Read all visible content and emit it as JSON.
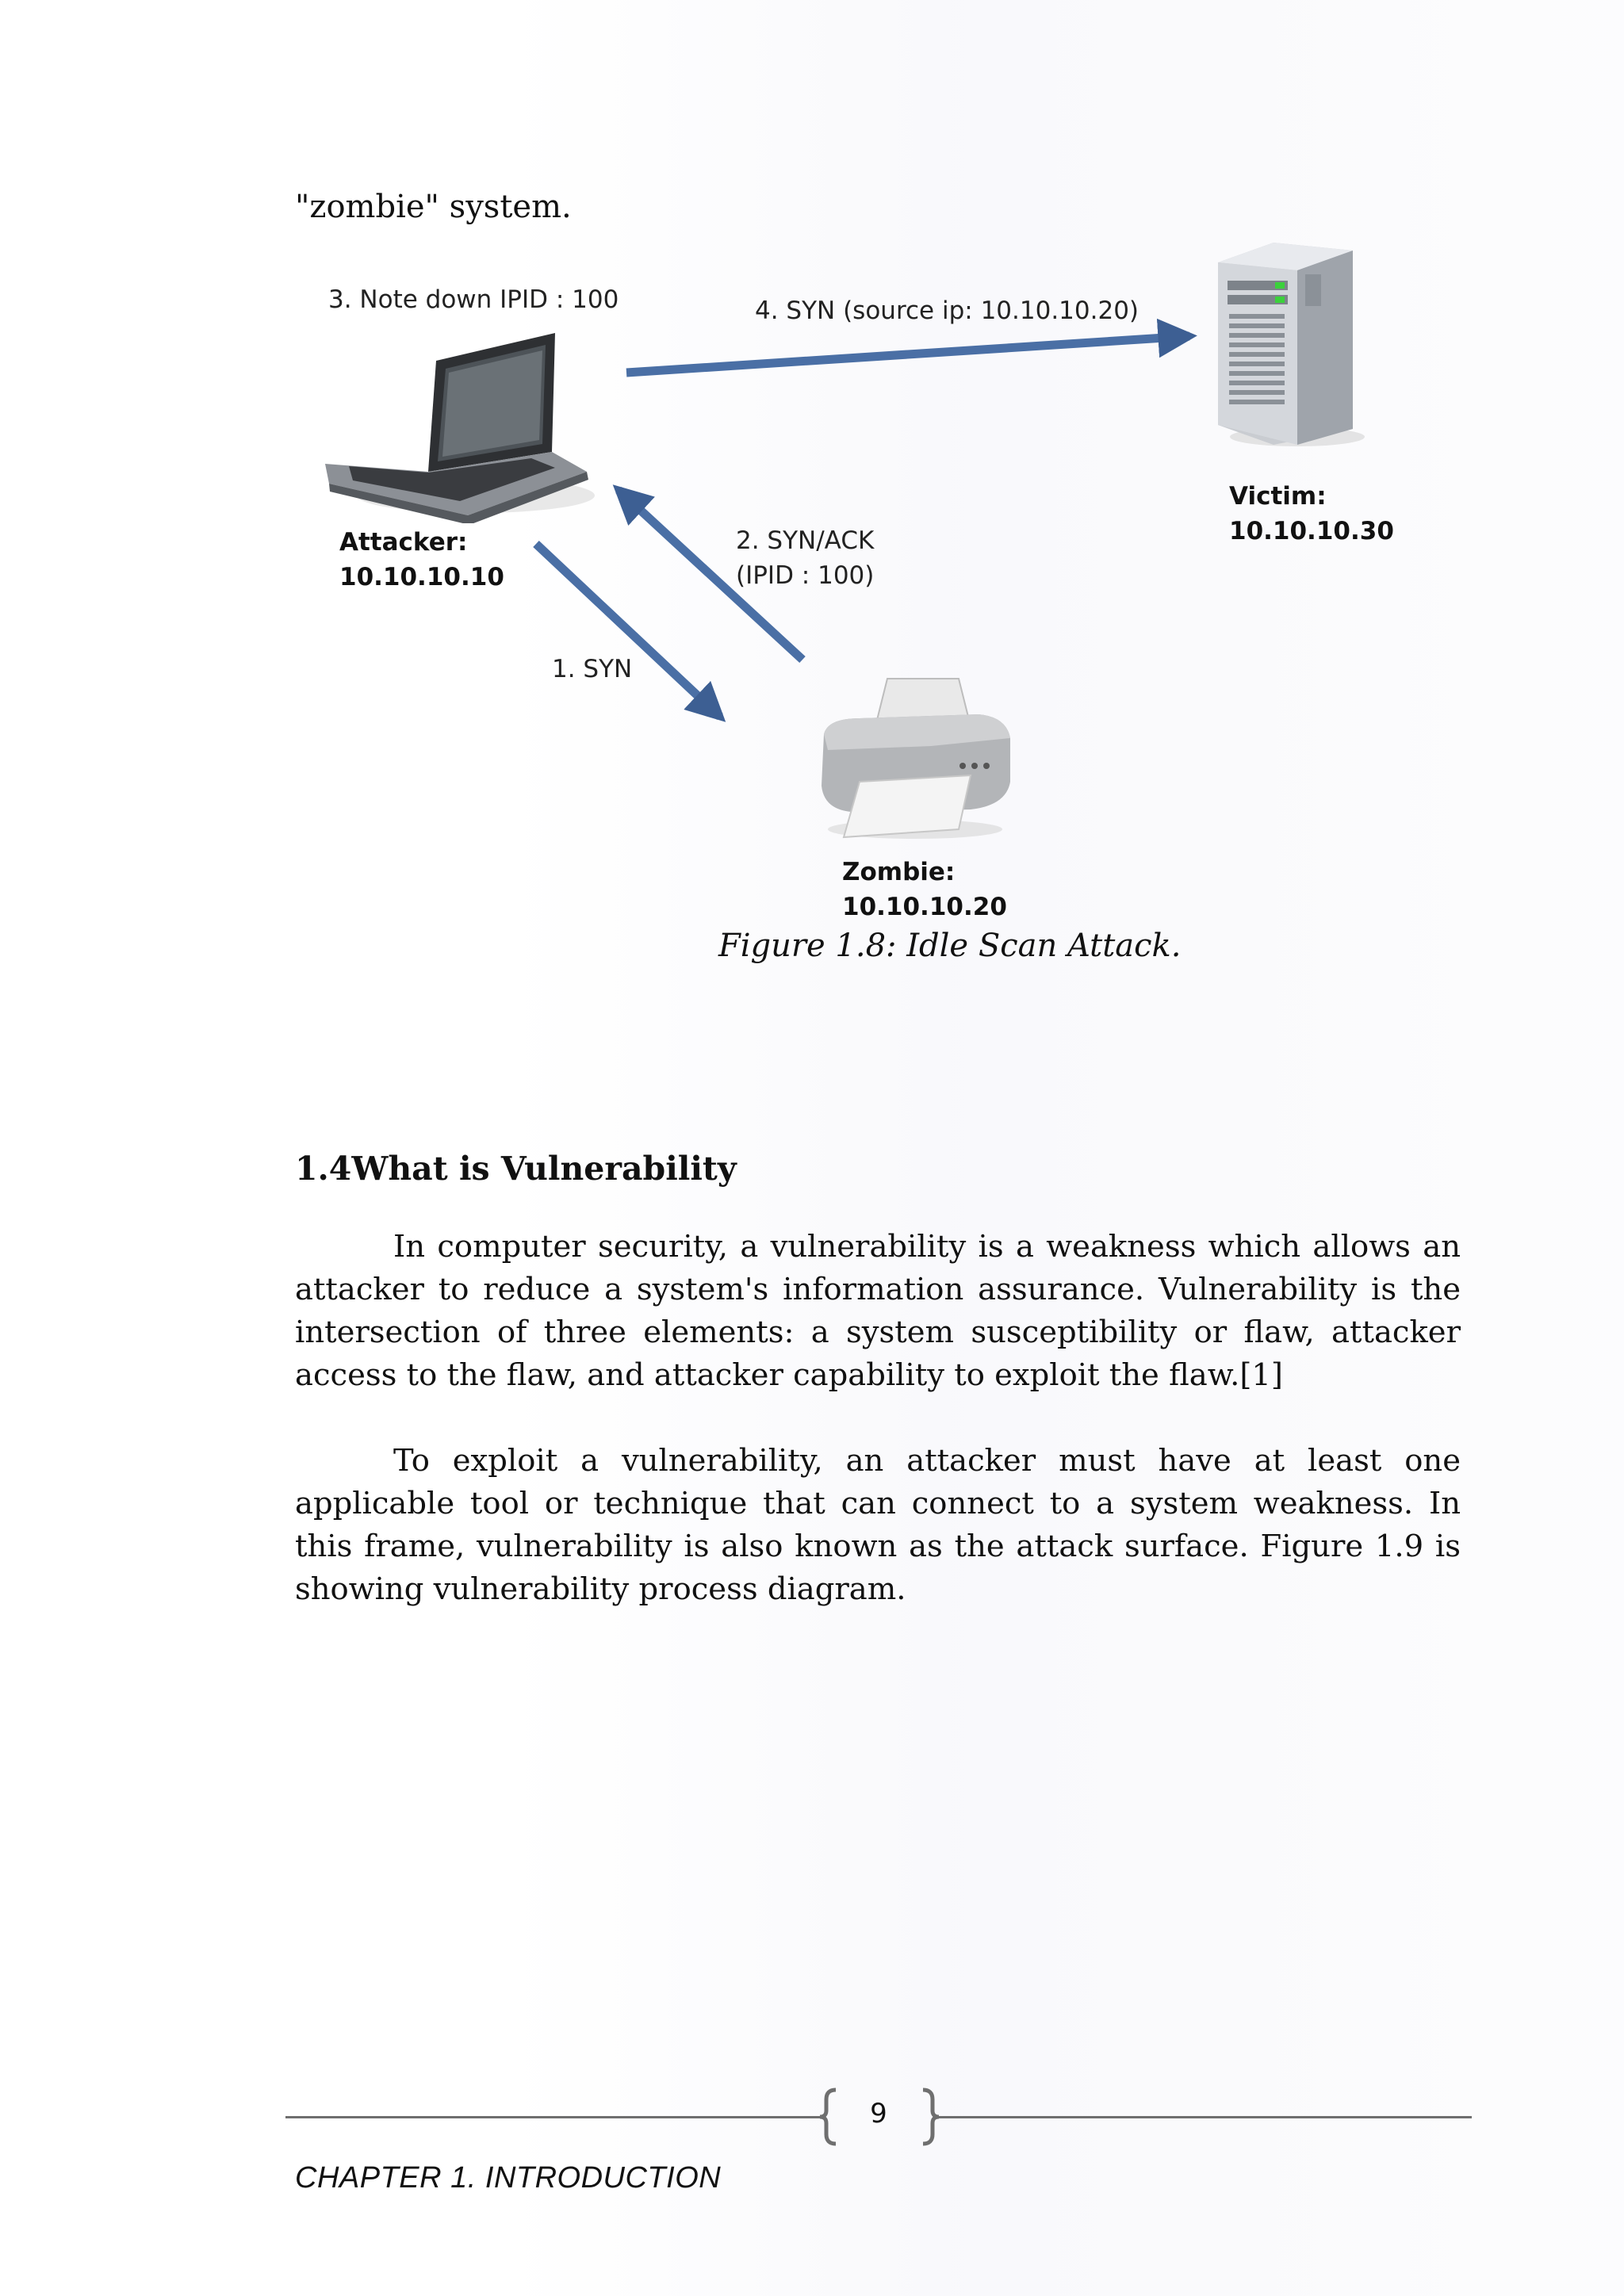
{
  "intro_text": "\"zombie\" system.",
  "figure": {
    "labels": {
      "step3": "3. Note down IPID : 100",
      "step4": "4. SYN (source ip: 10.10.10.20)",
      "step2_line1": "2. SYN/ACK",
      "step2_line2": "(IPID : 100)",
      "step1": "1. SYN",
      "attacker_title": "Attacker:",
      "attacker_ip": "10.10.10.10",
      "victim_title": "Victim:",
      "victim_ip": "10.10.10.30",
      "zombie_title": "Zombie:",
      "zombie_ip": "10.10.10.20"
    },
    "caption": "Figure 1.8: Idle Scan Attack.",
    "arrow_color": "#4a6fa5"
  },
  "section": {
    "heading": "1.4What is Vulnerability",
    "paragraphs": [
      "In computer security, a vulnerability is a weakness which allows an attacker to reduce a system's information assurance. Vulnerability is the intersection of three elements: a system susceptibility or flaw, attacker access to the flaw, and attacker capability to exploit the flaw.[1]",
      "To exploit a vulnerability, an attacker must have at least one applicable tool or technique that can connect to a system weakness. In this frame, vulnerability is also known as the attack surface. Figure 1.9 is showing vulnerability process diagram."
    ]
  },
  "footer": {
    "page_number": "9",
    "chapter": "CHAPTER 1. INTRODUCTION"
  }
}
